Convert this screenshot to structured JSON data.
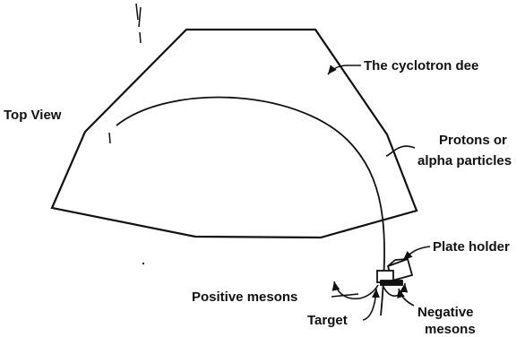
{
  "diagram": {
    "view_label": "Top View",
    "dee_label": "The cyclotron dee",
    "beam_label_line1": "Protons or",
    "beam_label_line2": "alpha particles",
    "plate_holder_label": "Plate holder",
    "positive_label": "Positive mesons",
    "target_label": "Target",
    "negative_label_line1": "Negative",
    "negative_label_line2": "mesons"
  },
  "colors": {
    "ink": "#111111",
    "background": "#ffffff"
  }
}
